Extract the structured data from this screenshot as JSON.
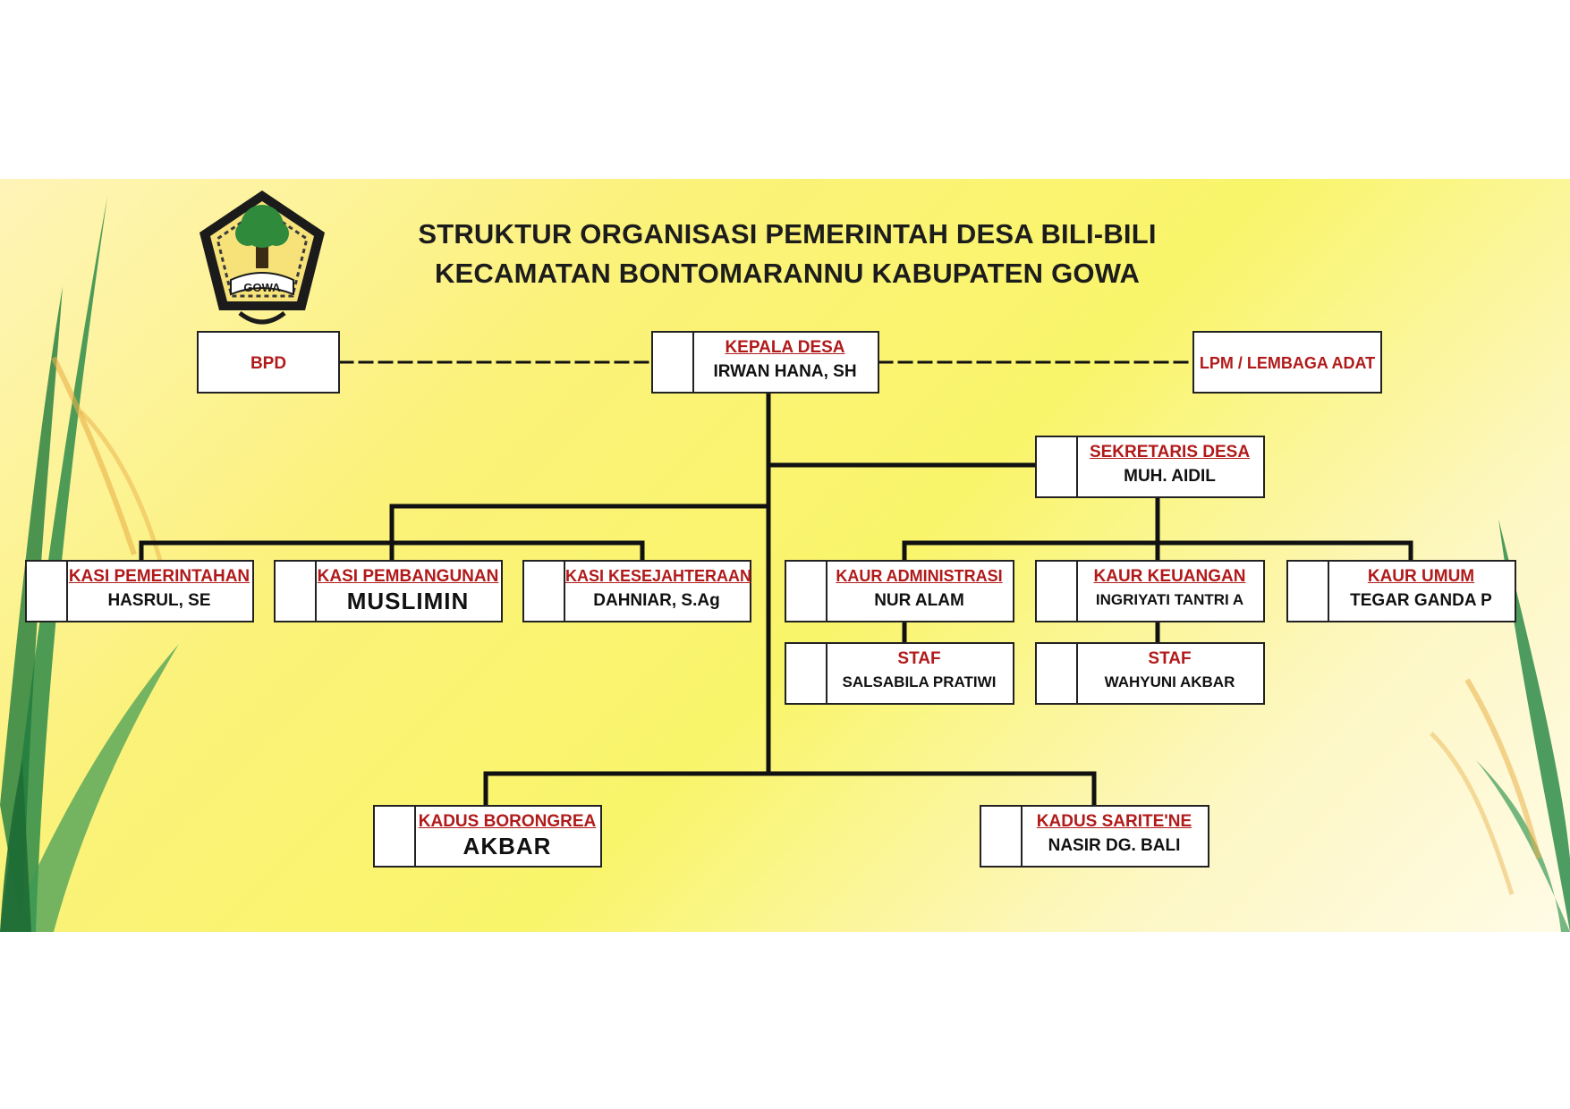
{
  "title": {
    "line1": "STRUKTUR ORGANISASI PEMERINTAH DESA BILI-BILI",
    "line2": "KECAMATAN BONTOMARANNU KABUPATEN GOWA"
  },
  "emblem": {
    "icon": "gowa-emblem-icon",
    "text": "GOWA"
  },
  "colors": {
    "position_text": "#b11a1a",
    "name_text": "#111111",
    "line": "#111111"
  },
  "nodes": {
    "bpd": {
      "label": "BPD"
    },
    "kepala_desa": {
      "position": "KEPALA DESA",
      "name": "IRWAN HANA, SH"
    },
    "lpm": {
      "label": "LPM / LEMBAGA ADAT"
    },
    "sekretaris": {
      "position": "SEKRETARIS DESA",
      "name": "MUH. AIDIL"
    },
    "kasi_pemerintahan": {
      "position": "KASI PEMERINTAHAN",
      "name": "HASRUL, SE"
    },
    "kasi_pembangunan": {
      "position": "KASI PEMBANGUNAN",
      "name": "MUSLIMIN"
    },
    "kasi_kesejahteraan": {
      "position": "KASI KESEJAHTERAAN",
      "name": "DAHNIAR, S.Ag"
    },
    "kaur_administrasi": {
      "position": "KAUR ADMINISTRASI",
      "name": "NUR ALAM"
    },
    "kaur_keuangan": {
      "position": "KAUR KEUANGAN",
      "name": "INGRIYATI TANTRI A"
    },
    "kaur_umum": {
      "position": "KAUR UMUM",
      "name": "TEGAR GANDA P"
    },
    "staf_administrasi": {
      "position": "STAF",
      "name": "SALSABILA PRATIWI"
    },
    "staf_keuangan": {
      "position": "STAF",
      "name": "WAHYUNI AKBAR"
    },
    "kadus_borongrea": {
      "position": "KADUS BORONGREA",
      "name": "AKBAR"
    },
    "kadus_saritene": {
      "position": "KADUS SARITE'NE",
      "name": "NASIR DG. BALI"
    }
  }
}
